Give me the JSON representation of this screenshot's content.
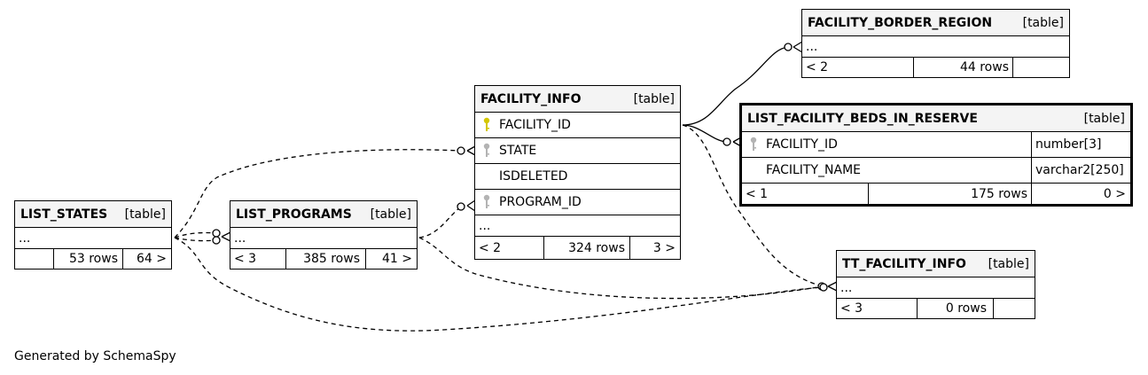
{
  "footer": "Generated by SchemaSpy",
  "tables": {
    "list_states": {
      "name": "LIST_STATES",
      "kind": "[table]",
      "ellipsis": "...",
      "parents": "",
      "rows": "53 rows",
      "children": "64 >"
    },
    "list_programs": {
      "name": "LIST_PROGRAMS",
      "kind": "[table]",
      "ellipsis": "...",
      "parents": "< 3",
      "rows": "385 rows",
      "children": "41 >"
    },
    "facility_info": {
      "name": "FACILITY_INFO",
      "kind": "[table]",
      "columns": [
        {
          "name": "FACILITY_ID",
          "key": "primary",
          "key_color": "#d4c700"
        },
        {
          "name": "STATE",
          "key": "foreign",
          "key_color": "#b3b3b3"
        },
        {
          "name": "ISDELETED",
          "key": "none"
        },
        {
          "name": "PROGRAM_ID",
          "key": "foreign",
          "key_color": "#b3b3b3"
        }
      ],
      "ellipsis": "...",
      "parents": "< 2",
      "rows": "324 rows",
      "children": "3 >"
    },
    "facility_border_region": {
      "name": "FACILITY_BORDER_REGION",
      "kind": "[table]",
      "ellipsis": "...",
      "parents": "< 2",
      "rows": "44 rows",
      "children": ""
    },
    "list_facility_beds_in_reserve": {
      "name": "LIST_FACILITY_BEDS_IN_RESERVE",
      "kind": "[table]",
      "columns": [
        {
          "name": "FACILITY_ID",
          "type": "number[3]",
          "key": "foreign",
          "key_color": "#b3b3b3"
        },
        {
          "name": "FACILITY_NAME",
          "type": "varchar2[250]",
          "key": "none"
        }
      ],
      "parents": "< 1",
      "rows": "175 rows",
      "children": "0 >"
    },
    "tt_facility_info": {
      "name": "TT_FACILITY_INFO",
      "kind": "[table]",
      "ellipsis": "...",
      "parents": "< 3",
      "rows": "0 rows",
      "children": ""
    }
  }
}
